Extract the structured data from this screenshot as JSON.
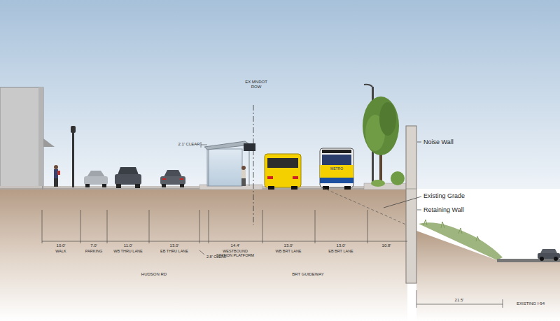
{
  "diagram": {
    "labels": [
      "EX MNDOT ROW",
      "2.1' CLEAR",
      "METRO",
      "Noise Wall",
      "Existing Grade",
      "Retaining Wall",
      "10.0'",
      "WALK",
      "7.0'",
      "PARKING",
      "11.0'",
      "WB THRU LANE",
      "13.0'",
      "EB THRU LANE",
      "14.4'",
      "WESTBOUND STATION PLATFORM",
      "13.0'",
      "WB BRT LANE",
      "13.0'",
      "EB BRT LANE",
      "10.8'",
      "2.8' CLEAR",
      "HUDSON RD",
      "BRT GUIDEWAY",
      "21.5'",
      "EXISTING I-94"
    ]
  }
}
